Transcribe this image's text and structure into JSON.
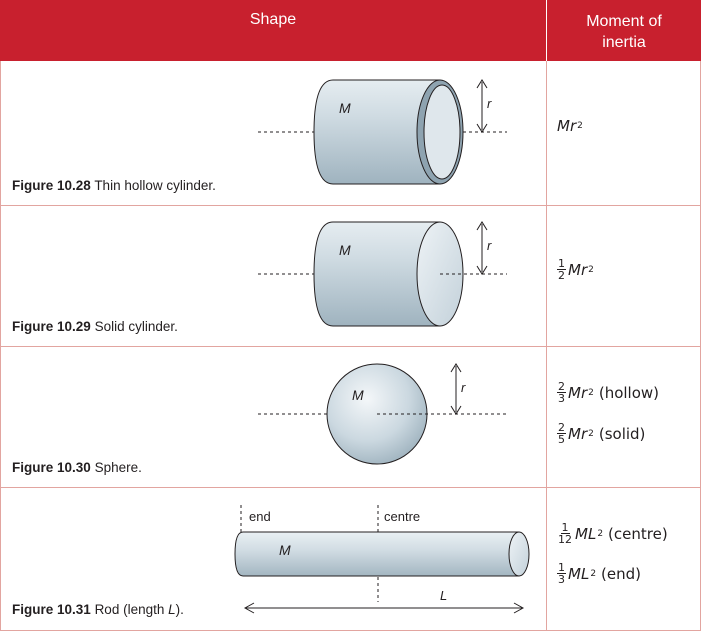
{
  "header": {
    "shape_label": "Shape",
    "moment_label_line1": "Moment of",
    "moment_label_line2": "inertia"
  },
  "colors": {
    "header_background": "#c8202e",
    "rule": "#e2a5a0",
    "shape_fill": "#c9d6de"
  },
  "rows": [
    {
      "figure_number": "Figure 10.28",
      "caption": "Thin hollow cylinder.",
      "mass_label": "M",
      "radius_label": "r",
      "formula_mass": "Mr",
      "formula_exp": "2"
    },
    {
      "figure_number": "Figure 10.29",
      "caption": "Solid cylinder.",
      "mass_label": "M",
      "radius_label": "r",
      "frac_num": "1",
      "frac_den": "2",
      "formula_mass": "Mr",
      "formula_exp": "2"
    },
    {
      "figure_number": "Figure 10.30",
      "caption": "Sphere.",
      "mass_label": "M",
      "radius_label": "r",
      "hollow": {
        "frac_num": "2",
        "frac_den": "3",
        "mass": "Mr",
        "exp": "2",
        "note": "(hollow)"
      },
      "solid": {
        "frac_num": "2",
        "frac_den": "5",
        "mass": "Mr",
        "exp": "2",
        "note": "(solid)"
      }
    },
    {
      "figure_number": "Figure 10.31",
      "caption_prefix": "Rod (length ",
      "caption_var": "L",
      "caption_suffix": ").",
      "mass_label": "M",
      "end_label": "end",
      "centre_label": "centre",
      "length_label": "L",
      "centre": {
        "frac_num": "1",
        "frac_den": "12",
        "mass": "ML",
        "exp": "2",
        "note": "(centre)"
      },
      "end": {
        "frac_num": "1",
        "frac_den": "3",
        "mass": "ML",
        "exp": "2",
        "note": "(end)"
      }
    }
  ]
}
